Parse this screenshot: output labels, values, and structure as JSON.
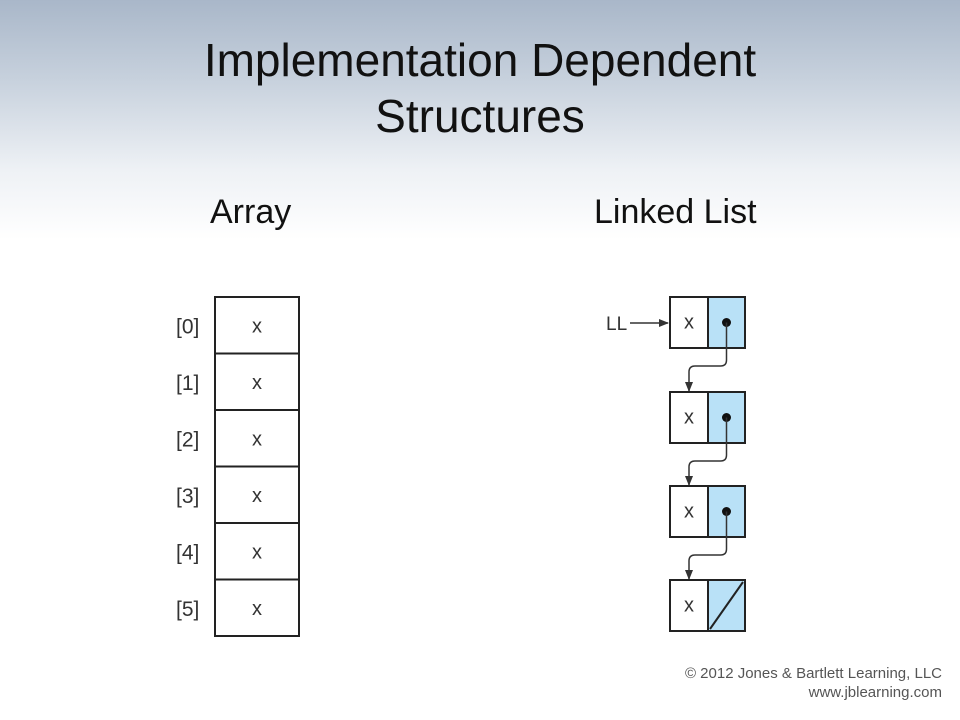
{
  "slide": {
    "title_line1": "Implementation Dependent",
    "title_line2": "Structures"
  },
  "array": {
    "heading": "Array",
    "cells": [
      {
        "index": "[0]",
        "value": "x"
      },
      {
        "index": "[1]",
        "value": "x"
      },
      {
        "index": "[2]",
        "value": "x"
      },
      {
        "index": "[3]",
        "value": "x"
      },
      {
        "index": "[4]",
        "value": "x"
      },
      {
        "index": "[5]",
        "value": "x"
      }
    ]
  },
  "linked_list": {
    "heading": "Linked List",
    "head_label": "LL",
    "nodes": [
      {
        "value": "x",
        "next": "pointer"
      },
      {
        "value": "x",
        "next": "pointer"
      },
      {
        "value": "x",
        "next": "pointer"
      },
      {
        "value": "x",
        "next": "null"
      }
    ],
    "pointer_fill": "#b9e1f7"
  },
  "footer": {
    "copyright": "© 2012 Jones & Bartlett Learning, LLC",
    "url": "www.jblearning.com"
  }
}
